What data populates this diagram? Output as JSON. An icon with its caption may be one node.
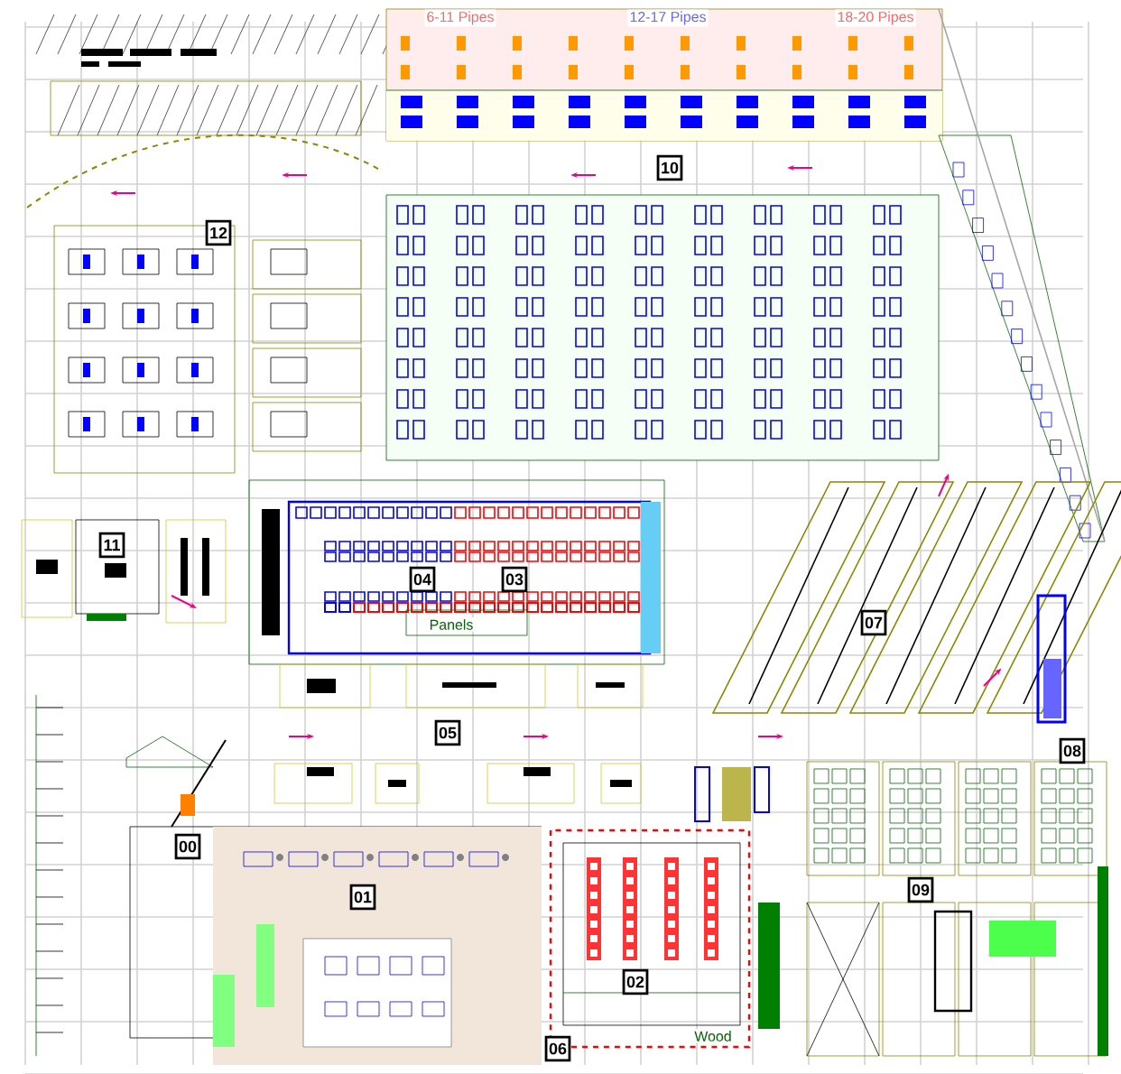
{
  "diagram": {
    "nodes": [
      {
        "text": [
          "10"
        ]
      },
      {
        "text": [
          "12"
        ]
      },
      {
        "text": [
          "11"
        ]
      },
      {
        "text": [
          "04"
        ]
      },
      {
        "text": [
          "03"
        ]
      },
      {
        "text": [
          "07"
        ]
      },
      {
        "text": [
          "05"
        ]
      },
      {
        "text": [
          "08"
        ]
      },
      {
        "text": [
          "00"
        ]
      },
      {
        "text": [
          "01"
        ]
      },
      {
        "text": [
          "09"
        ]
      },
      {
        "text": [
          "02"
        ]
      },
      {
        "text": [
          "06"
        ]
      }
    ],
    "edges": [],
    "labels": [
      "6-11 Pipes",
      "12-17 Pipes",
      "18-20 Pipes",
      "Panels",
      "Wood"
    ]
  }
}
